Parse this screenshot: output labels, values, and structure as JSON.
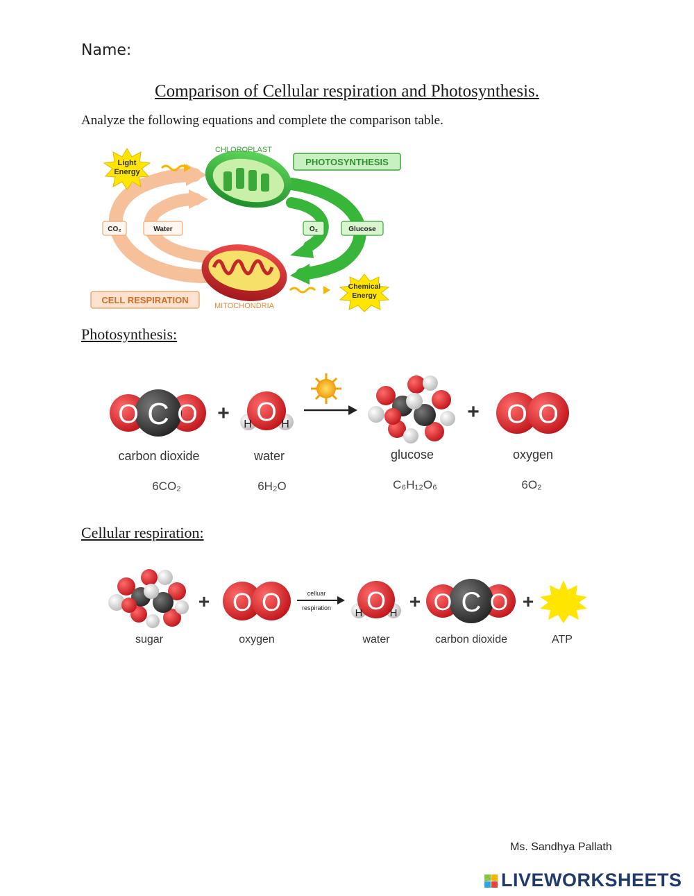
{
  "worksheet": {
    "name_label": "Name:",
    "title": "Comparison of Cellular respiration and Photosynthesis.",
    "instructions": "Analyze the following equations and complete the comparison table."
  },
  "cycle_diagram": {
    "light_energy": [
      "Light",
      "Energy"
    ],
    "chloroplast": "CHLOROPLAST",
    "photosynthesis": "PHOTOSYNTHESIS",
    "co2": "CO₂",
    "water": "Water",
    "o2": "O₂",
    "glucose": "Glucose",
    "cell_respiration": "CELL RESPIRATION",
    "mitochondria": "MITOCHONDRIA",
    "chemical_energy": [
      "Chemical",
      "Energy"
    ]
  },
  "photosynthesis": {
    "heading": "Photosynthesis:",
    "molecules": [
      {
        "name": "carbon dioxide",
        "formula": "6CO₂"
      },
      {
        "name": "water",
        "formula": "6H₂O"
      },
      {
        "name": "glucose",
        "formula": "C₆H₁₂O₆"
      },
      {
        "name": "oxygen",
        "formula": "6O₂"
      }
    ],
    "plus": "+"
  },
  "respiration": {
    "heading": "Cellular respiration:",
    "arrow_label": [
      "celluar",
      "respiration"
    ],
    "molecules": [
      "sugar",
      "oxygen",
      "water",
      "carbon dioxide",
      "ATP"
    ],
    "plus": "+"
  },
  "atoms": {
    "C": "C",
    "O": "O",
    "H": "H"
  },
  "footer": {
    "author": "Ms. Sandhya Pallath",
    "brand": "LIVEWORKSHEETS"
  },
  "colors": {
    "oxygen_red": "#e0262a",
    "carbon_gray": "#3a3a3a",
    "hydrogen_white": "#e6e6e6",
    "green": "#38b63a",
    "peach": "#f5c09a",
    "burst_yellow": "#ffe500"
  }
}
